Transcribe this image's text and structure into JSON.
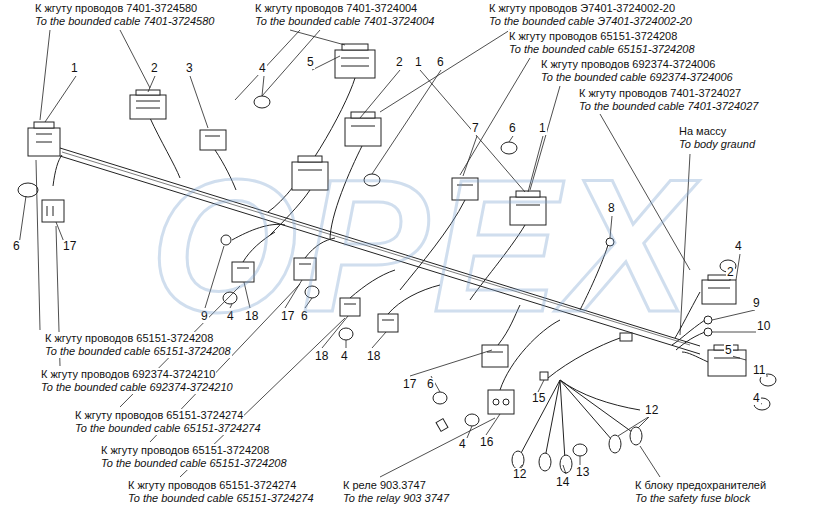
{
  "diagram": {
    "labels": [
      "К жгуту проводов 7401-3724580",
      "To the bounded cable 7401-3724580",
      "К жгуту проводов 7401-3724004",
      "To the bounded cable 7401-3724004",
      "К жгуту проводов Э7401-3724002-20",
      "To the bounded cable Э7401-3724002-20",
      "К жгуту проводов 65151-3724208",
      "To the bounded cable 65151-3724208",
      "К жгуту проводов 692374-3724006",
      "To the bounded cable 692374-3724006",
      "К жгуту проводов 7401-3724027",
      "To the bounded cable 7401-3724027",
      "На массу",
      "To body graund",
      "1",
      "2",
      "3",
      "4",
      "5",
      "2",
      "1",
      "6",
      "7",
      "6",
      "1",
      "8",
      "4",
      "2",
      "9",
      "10",
      "5",
      "11",
      "4",
      "6",
      "17",
      "9",
      "4",
      "18",
      "17",
      "6",
      "18",
      "4",
      "18",
      "17",
      "6",
      "15",
      "16",
      "4",
      "12",
      "12",
      "14",
      "13",
      "К жгуту проводов 65151-3724208",
      "To the bounded cable 65151-3724208",
      "К жгуту проводов 692374-3724210",
      "To the bounded cable 692374-3724210",
      "К жгуту проводов 65151-3724274",
      "To the bounded cable 65151-3724274",
      "К жгуту проводов 65151-3724208",
      "To the bounded cable 65151-3724208",
      "К жгуту проводов 65151-3724274",
      "To the bounded cable 65151-3724274",
      "К реле 903.3747",
      "To the relay 903 3747",
      "К блоку предохранителей",
      "To the safety fuse block",
      "OPEX"
    ]
  }
}
